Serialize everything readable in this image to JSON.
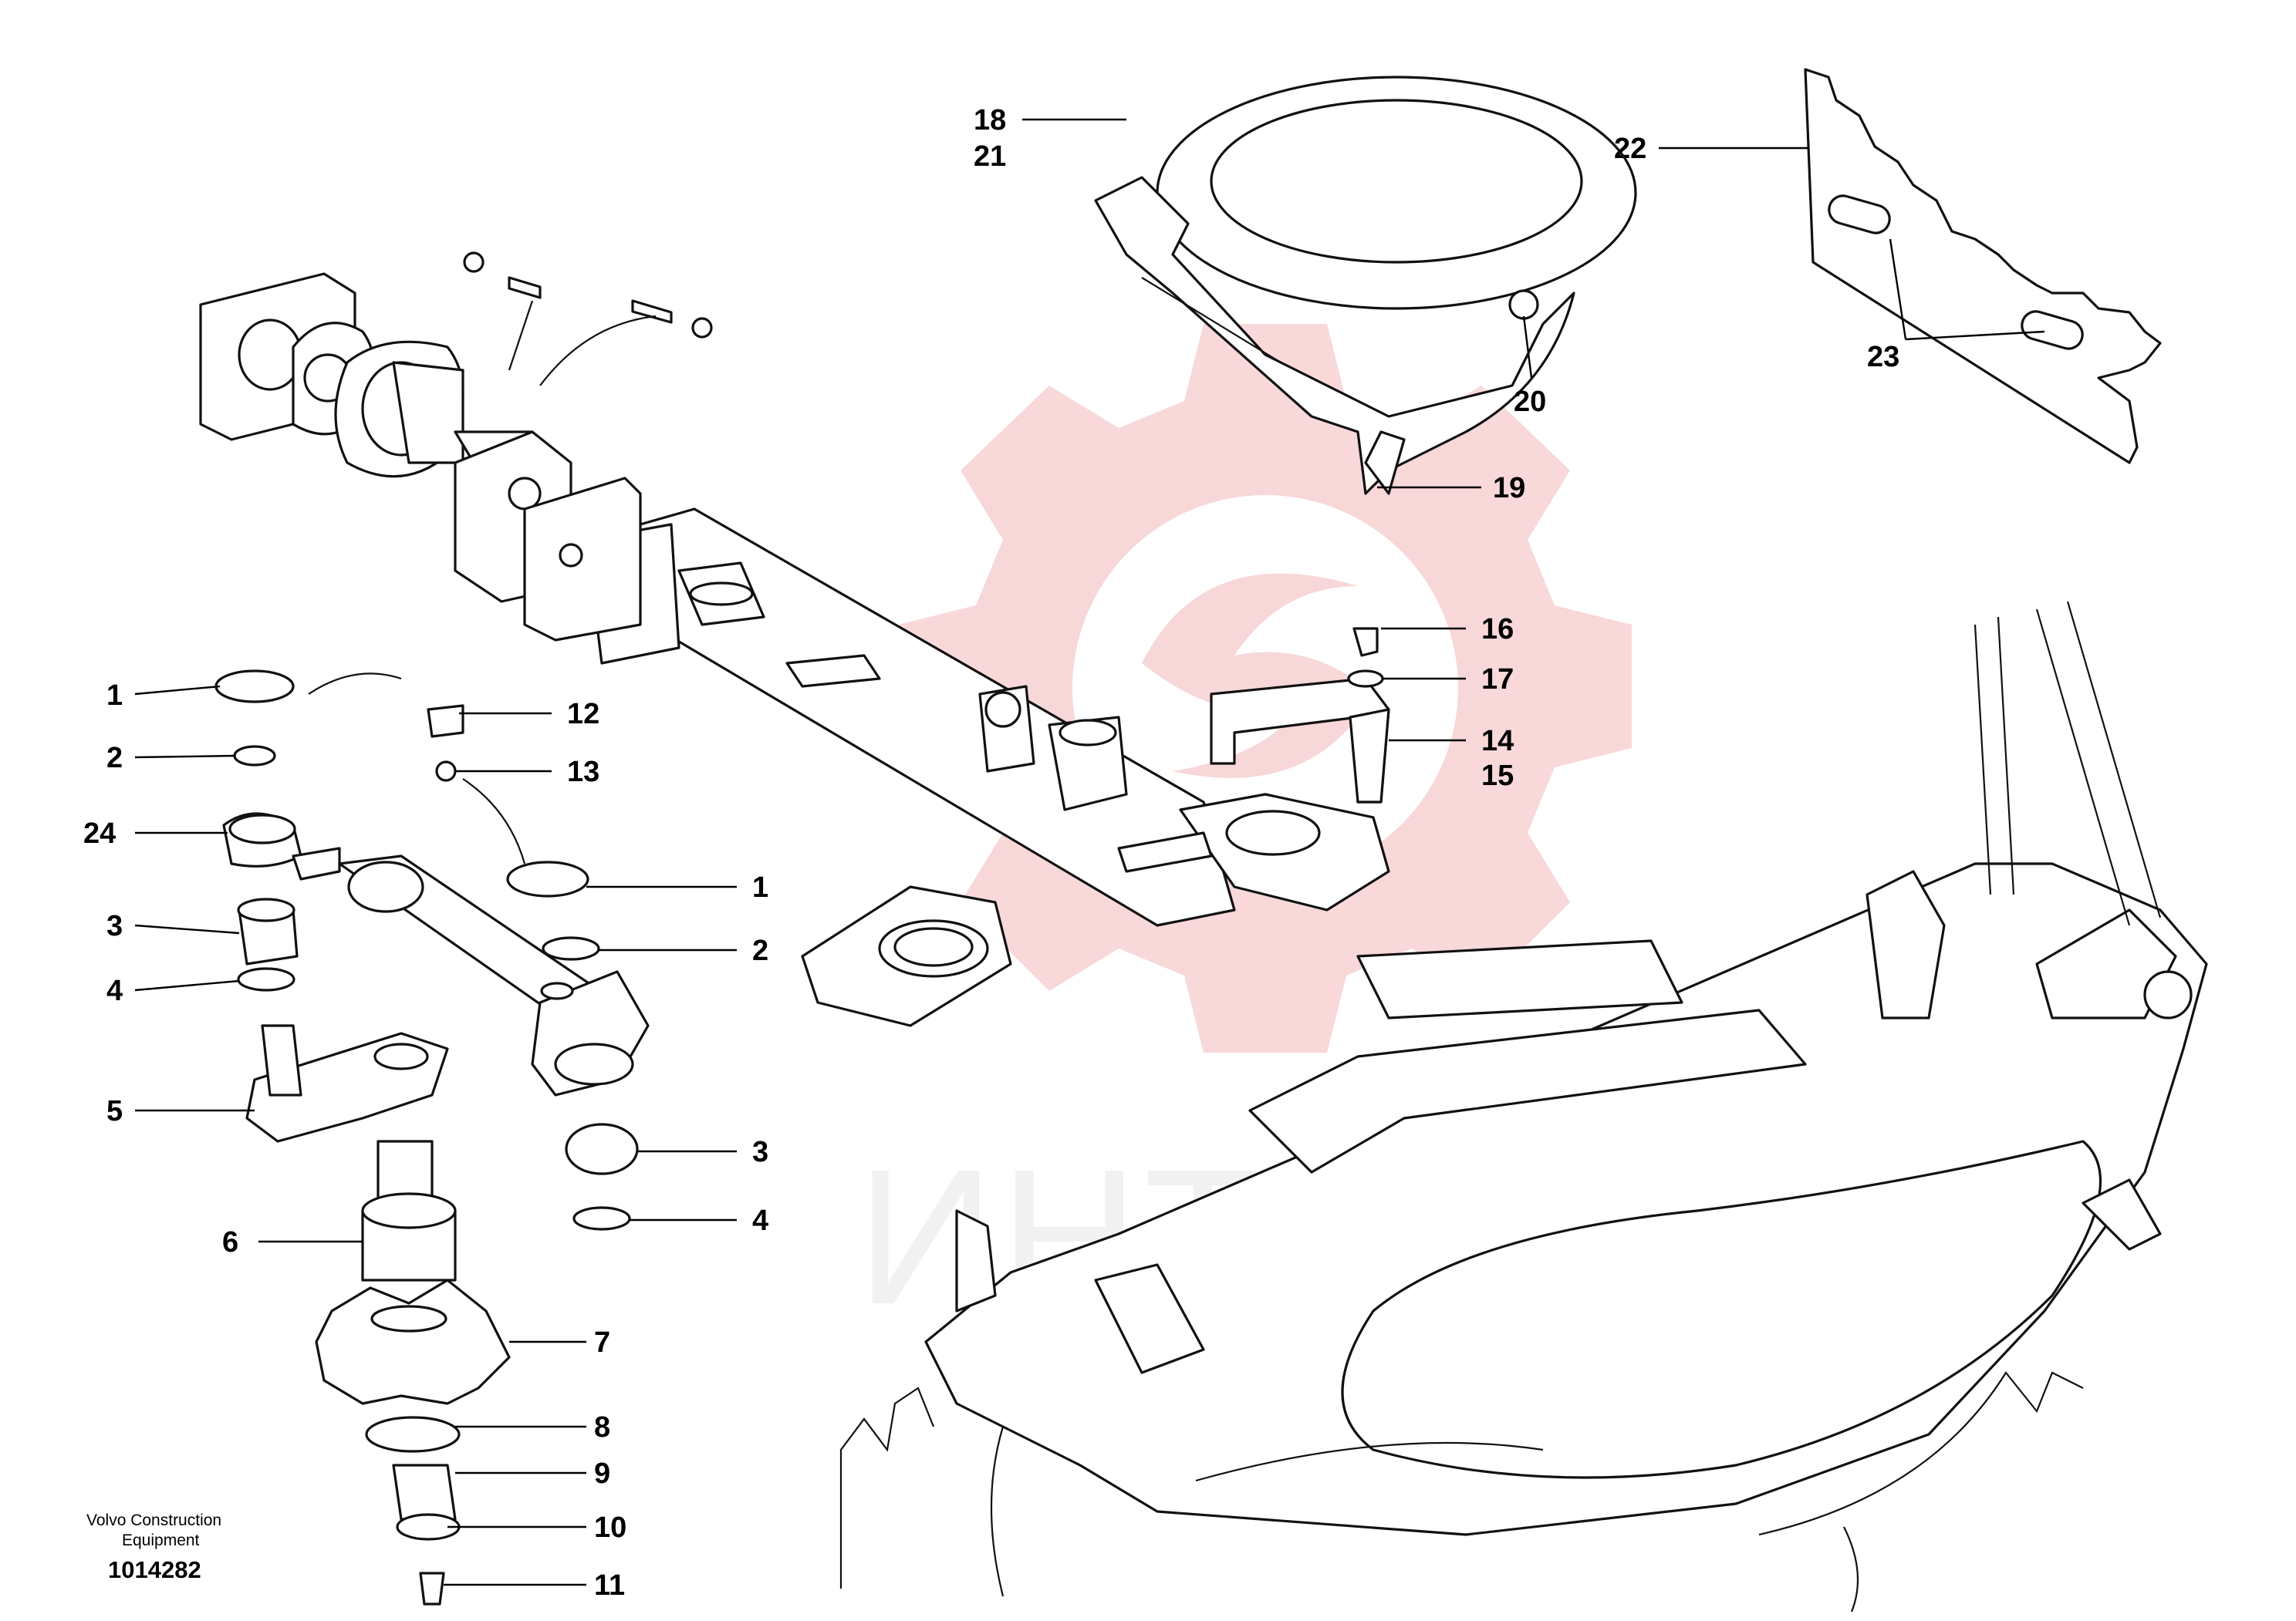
{
  "diagram": {
    "document_code": "1014282",
    "credit_line1": "Volvo Construction",
    "credit_line2": "Equipment",
    "watermark_text": "ИНТЕХ",
    "watermark_color": "#f2b8b8",
    "callouts": [
      {
        "id": "c1a",
        "label": "1"
      },
      {
        "id": "c2a",
        "label": "2"
      },
      {
        "id": "c24",
        "label": "24"
      },
      {
        "id": "c3a",
        "label": "3"
      },
      {
        "id": "c4a",
        "label": "4"
      },
      {
        "id": "c5",
        "label": "5"
      },
      {
        "id": "c6",
        "label": "6"
      },
      {
        "id": "c7",
        "label": "7"
      },
      {
        "id": "c8",
        "label": "8"
      },
      {
        "id": "c9",
        "label": "9"
      },
      {
        "id": "c10",
        "label": "10"
      },
      {
        "id": "c11",
        "label": "11"
      },
      {
        "id": "c12",
        "label": "12"
      },
      {
        "id": "c13",
        "label": "13"
      },
      {
        "id": "c1b",
        "label": "1"
      },
      {
        "id": "c2b",
        "label": "2"
      },
      {
        "id": "c3b",
        "label": "3"
      },
      {
        "id": "c4b",
        "label": "4"
      },
      {
        "id": "c16",
        "label": "16"
      },
      {
        "id": "c17",
        "label": "17"
      },
      {
        "id": "c14",
        "label": "14"
      },
      {
        "id": "c15",
        "label": "15"
      },
      {
        "id": "c18",
        "label": "18"
      },
      {
        "id": "c21",
        "label": "21"
      },
      {
        "id": "c20",
        "label": "20"
      },
      {
        "id": "c19",
        "label": "19"
      },
      {
        "id": "c22",
        "label": "22"
      },
      {
        "id": "c23",
        "label": "23"
      }
    ]
  }
}
